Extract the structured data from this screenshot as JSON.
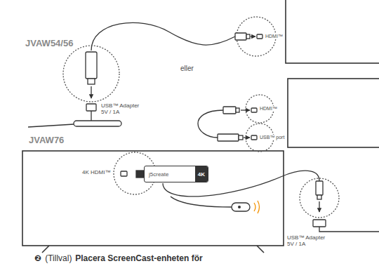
{
  "diagram": {
    "nodes": [
      {
        "text": [
          "j5create",
          "4K"
        ]
      }
    ],
    "labels": [
      "JVAW54/56",
      "HDMI™",
      "USB™ Adapter 5V / 1A",
      "eller",
      "HDMI™",
      "USB™ port",
      "JVAW76",
      "4K HDMI™",
      "USB™ Adapter 5V / 1A",
      "❷",
      "(Tillval)",
      "Placera ScreenCast-enheten för"
    ]
  }
}
